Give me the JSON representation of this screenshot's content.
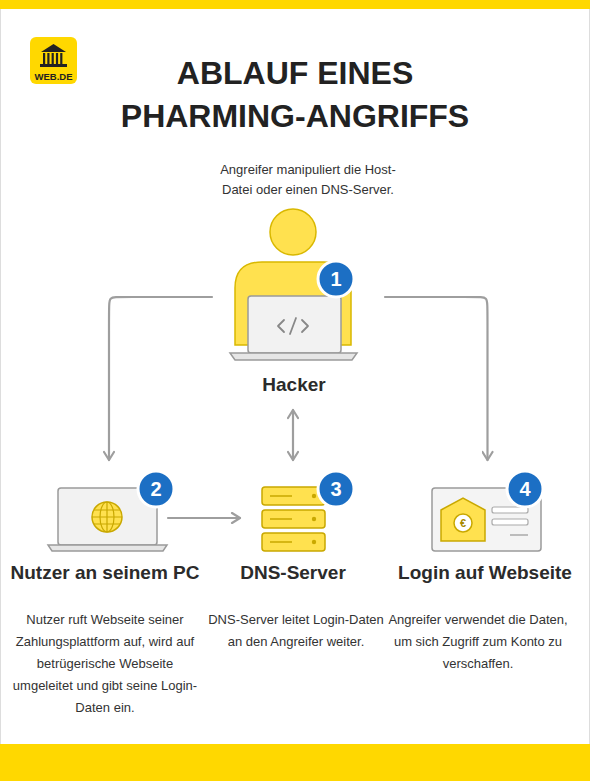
{
  "diagram": {
    "title": "ABLAUF EINES PHARMING-ANGRIFFS",
    "nodes": [
      {
        "text": [
          "Angreifer manipuliert die Host-Datei oder einen DNS-Server.",
          "Hacker"
        ]
      },
      {
        "text": [
          "Nutzer an seinem PC",
          "Nutzer ruft Webseite seiner Zahlungsplattform auf, wird auf betrügerische Webseite umgeleitet und gibt seine Login-Daten ein."
        ]
      },
      {
        "text": [
          "DNS-Server",
          "DNS-Server leitet Login-Daten an den Angreifer weiter."
        ]
      },
      {
        "text": [
          "Login auf Webseite",
          "Angreifer verwendet die Daten, um sich Zugriff zum Konto zu verschaffen."
        ]
      }
    ],
    "edges": [
      {
        "from": 0,
        "to": 1,
        "arrow": "to"
      },
      {
        "from": 1,
        "to": 2,
        "arrow": "to"
      },
      {
        "from": 0,
        "to": 2,
        "arrow": "both"
      },
      {
        "from": 0,
        "to": 3,
        "arrow": "to"
      }
    ],
    "labels": [
      "WEB.DE",
      "1",
      "2",
      "3",
      "4",
      "€"
    ]
  }
}
